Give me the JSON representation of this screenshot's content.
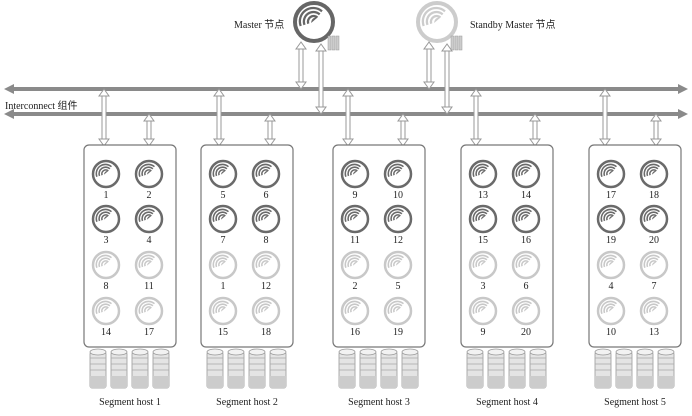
{
  "master": {
    "label": "Master 节点"
  },
  "standby": {
    "label": "Standby Master 节点"
  },
  "interconnect": {
    "label": "Interconnect 组件"
  },
  "hosts": [
    {
      "name": "Segment host 1",
      "primaries": [
        "1",
        "2",
        "3",
        "4"
      ],
      "mirrors": [
        "8",
        "11",
        "14",
        "17"
      ]
    },
    {
      "name": "Segment host 2",
      "primaries": [
        "5",
        "6",
        "7",
        "8"
      ],
      "mirrors": [
        "1",
        "12",
        "15",
        "18"
      ]
    },
    {
      "name": "Segment host 3",
      "primaries": [
        "9",
        "10",
        "11",
        "12"
      ],
      "mirrors": [
        "2",
        "5",
        "16",
        "19"
      ]
    },
    {
      "name": "Segment host 4",
      "primaries": [
        "13",
        "14",
        "15",
        "16"
      ],
      "mirrors": [
        "3",
        "6",
        "9",
        "20"
      ]
    },
    {
      "name": "Segment host 5",
      "primaries": [
        "17",
        "18",
        "19",
        "20"
      ],
      "mirrors": [
        "4",
        "7",
        "10",
        "13"
      ]
    }
  ],
  "colors": {
    "primary": "#6a6a6a",
    "mirror": "#c8c8c8",
    "bus": "#8a8a8a"
  }
}
